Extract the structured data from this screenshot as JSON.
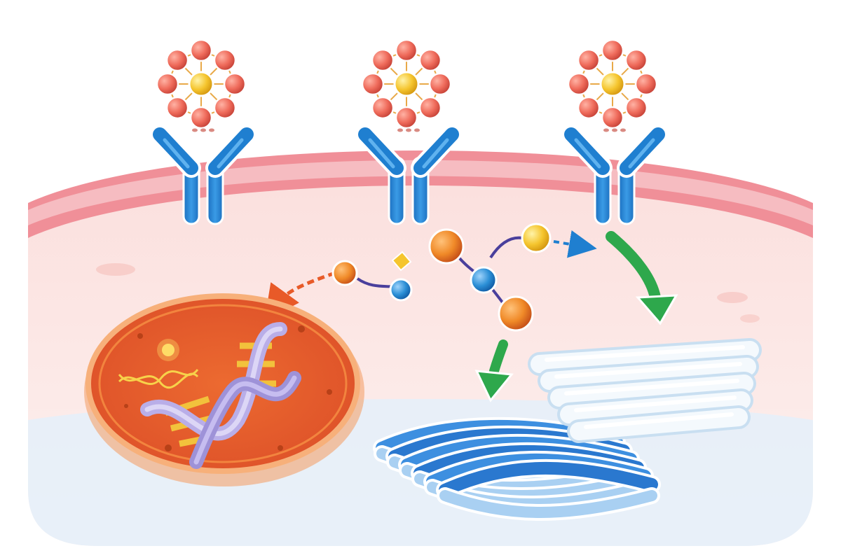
{
  "diagram": {
    "description_free": true,
    "palette": {
      "membrane": "#f08f98",
      "membrane_light": "#f7c4c8",
      "cytoplasm": "#fbe3e1",
      "receptor": "#1f7fd0",
      "receptor_light": "#5fb2ef",
      "ligand_outer": "#ef6b5b",
      "ligand_center": "#f7c836",
      "ligand_bond": "#e8a948",
      "nucleus_outer": "#f06a2c",
      "nucleus_inner": "#e2572b",
      "dna_backbone": "#b9aee8",
      "dna_rungs": "#f2c23c",
      "arrow_orange": "#e85a28",
      "arrow_blue": "#1f7fd0",
      "arrow_green": "#2ea84c",
      "node_orange": "#f08a28",
      "node_blue": "#2b8fd6",
      "node_yellow": "#f5c52e",
      "fiber_blue": "#2a78cf",
      "fiber_pale": "#dcecf8",
      "floor": "#e3eef8"
    },
    "receptors": [
      {
        "id": "receptor-left"
      },
      {
        "id": "receptor-middle"
      },
      {
        "id": "receptor-right"
      }
    ],
    "ligands": [
      {
        "id": "ligand-left"
      },
      {
        "id": "ligand-middle"
      },
      {
        "id": "ligand-right"
      }
    ],
    "signaling_nodes": [
      {
        "id": "node-a",
        "color": "orange"
      },
      {
        "id": "node-b",
        "color": "blue"
      },
      {
        "id": "node-c",
        "color": "yellow-diamond"
      },
      {
        "id": "node-d",
        "color": "orange"
      },
      {
        "id": "node-e",
        "color": "blue"
      },
      {
        "id": "node-f",
        "color": "orange"
      },
      {
        "id": "node-g",
        "color": "yellow"
      }
    ],
    "icons": [
      "receptor-icon",
      "ligand-icon",
      "nucleus-icon",
      "dna-icon",
      "arrow-icon",
      "fiber-bundle-icon"
    ]
  }
}
